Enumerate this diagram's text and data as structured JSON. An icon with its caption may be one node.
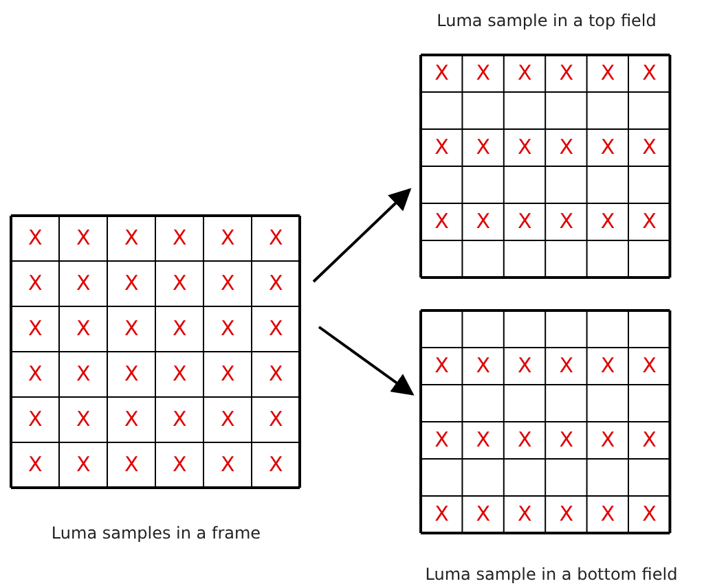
{
  "diagram": {
    "nodes": [
      {
        "text": [
          "Luma samples in a frame"
        ]
      },
      {
        "text": [
          "Luma sample in a top field"
        ]
      },
      {
        "text": [
          "Luma sample in a bottom field"
        ]
      }
    ],
    "edges": [
      {
        "from": 0,
        "to": 1,
        "arrow": "to"
      },
      {
        "from": 0,
        "to": 2,
        "arrow": "to"
      }
    ],
    "labels": [
      "X",
      "X",
      "X",
      "X",
      "X",
      "X",
      "X",
      "X",
      "X",
      "X",
      "X",
      "X",
      "X",
      "X",
      "X",
      "X",
      "X",
      "X",
      "X",
      "X",
      "X",
      "X",
      "X",
      "X",
      "X",
      "X",
      "X",
      "X",
      "X",
      "X",
      "X",
      "X",
      "X",
      "X",
      "X",
      "X",
      "X",
      "X",
      "X",
      "X",
      "X",
      "X",
      "X",
      "X",
      "X",
      "X",
      "X",
      "X",
      "X",
      "X",
      "X",
      "X",
      "X",
      "X",
      "X",
      "X",
      "X",
      "X",
      "X",
      "X",
      "X",
      "X",
      "X",
      "X",
      "X",
      "X",
      "X",
      "X",
      "X",
      "X",
      "X",
      "X"
    ]
  }
}
